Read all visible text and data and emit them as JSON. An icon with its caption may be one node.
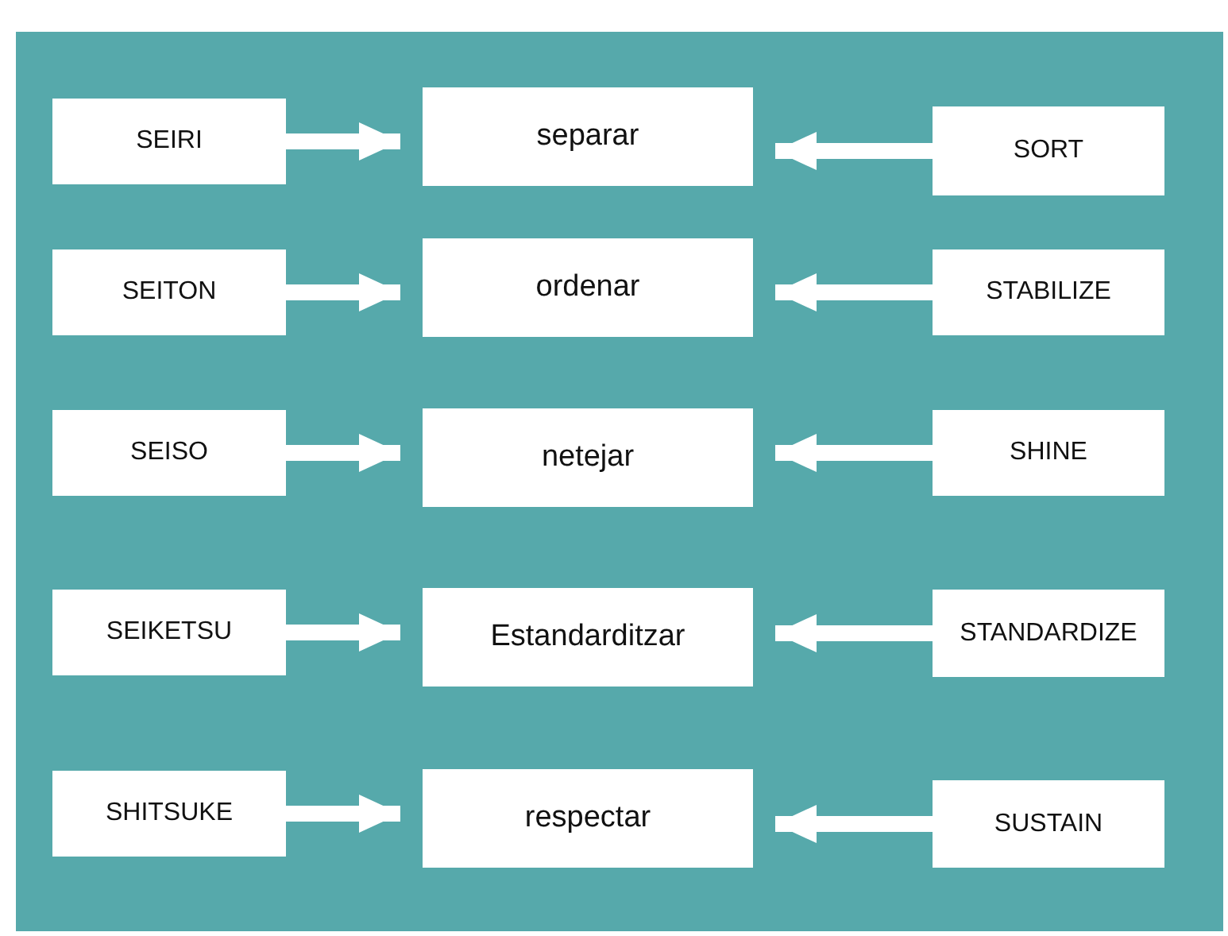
{
  "diagram": {
    "nodes": [
      {
        "text": [
          "SEIRI"
        ]
      },
      {
        "text": [
          "separar"
        ]
      },
      {
        "text": [
          "SORT"
        ]
      },
      {
        "text": [
          "SEITON"
        ]
      },
      {
        "text": [
          "ordenar"
        ]
      },
      {
        "text": [
          "STABILIZE"
        ]
      },
      {
        "text": [
          "SEISO"
        ]
      },
      {
        "text": [
          "netejar"
        ]
      },
      {
        "text": [
          "SHINE"
        ]
      },
      {
        "text": [
          "SEIKETSU"
        ]
      },
      {
        "text": [
          "Estandarditzar"
        ]
      },
      {
        "text": [
          "STANDARDIZE"
        ]
      },
      {
        "text": [
          "SHITSUKE"
        ]
      },
      {
        "text": [
          "respectar"
        ]
      },
      {
        "text": [
          "SUSTAIN"
        ]
      }
    ],
    "edges": [
      {
        "from": 0,
        "to": 1,
        "arrow": "to"
      },
      {
        "from": 2,
        "to": 1,
        "arrow": "to"
      },
      {
        "from": 3,
        "to": 4,
        "arrow": "to"
      },
      {
        "from": 5,
        "to": 4,
        "arrow": "to"
      },
      {
        "from": 6,
        "to": 7,
        "arrow": "to"
      },
      {
        "from": 8,
        "to": 7,
        "arrow": "to"
      },
      {
        "from": 9,
        "to": 10,
        "arrow": "to"
      },
      {
        "from": 11,
        "to": 10,
        "arrow": "to"
      },
      {
        "from": 12,
        "to": 13,
        "arrow": "to"
      },
      {
        "from": 14,
        "to": 13,
        "arrow": "to"
      }
    ]
  }
}
